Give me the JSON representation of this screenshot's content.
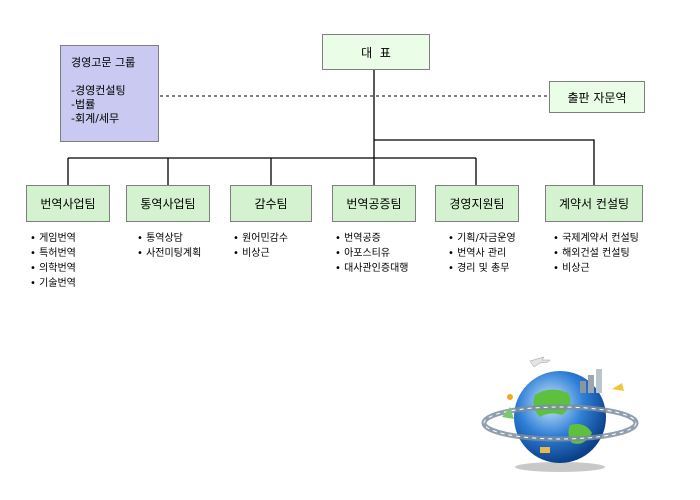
{
  "top": {
    "label": "대  표"
  },
  "advisory": {
    "title": "경영고문 그룹",
    "items": [
      "-경영컨설팅",
      "-법률",
      "-회계/세무"
    ]
  },
  "publishing": {
    "label": "출판 자문역"
  },
  "teams": [
    {
      "label": "번역사업팀",
      "items": [
        "게임번역",
        "특허번역",
        "의학번역",
        "기술번역"
      ]
    },
    {
      "label": "통역사업팀",
      "items": [
        "통역상담",
        "사전미팅계획"
      ]
    },
    {
      "label": "감수팀",
      "items": [
        "원어민감수",
        "비상근"
      ]
    },
    {
      "label": "번역공증팀",
      "items": [
        "번역공증",
        "아포스티유",
        "대사관인증대행"
      ]
    },
    {
      "label": "경영지원팀",
      "items": [
        "기획/자금운영",
        "번역사 관리",
        "경리 및 총무"
      ]
    },
    {
      "label": "계약서 컨설팅",
      "items": [
        "국제계약서 컨설팅",
        "해외건설 컨설팅",
        "비상근"
      ]
    }
  ],
  "colors": {
    "team": "#d5f2d0",
    "light": "#eafde6",
    "advisory": "#c9c9f2"
  }
}
